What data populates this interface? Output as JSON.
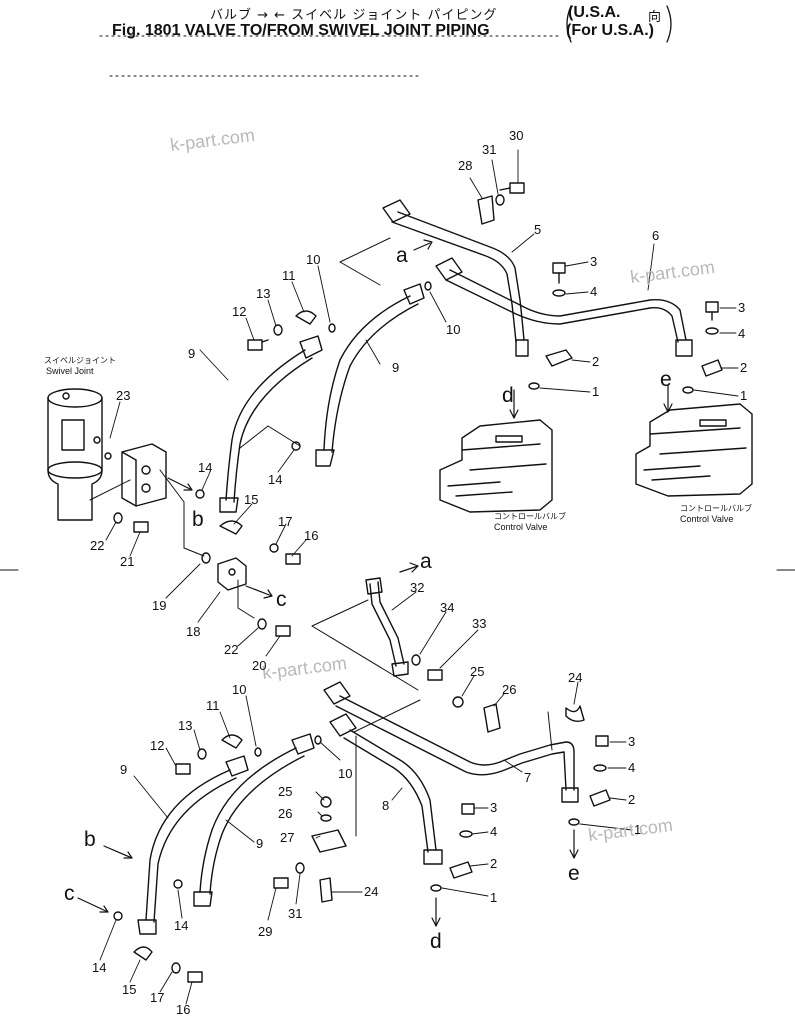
{
  "header": {
    "jp_title": "バルブ → ← スイベル ジョイント パイピング",
    "jp_usa": "向",
    "title": "Fig. 1801 VALVE TO/FROM SWIVEL JOINT PIPING",
    "usa_line1": "(U.S.A.",
    "usa_line2": "(For U.S.A.)"
  },
  "watermarks": [
    "k-part.com",
    "k-part.com",
    "k-part.com",
    "k-part.com"
  ],
  "captions": {
    "swivel_jp": "スイベルジョイント",
    "swivel_en": "Swivel Joint",
    "cv1_jp": "コントロールバルブ",
    "cv1_en": "Control Valve",
    "cv2_jp": "コントロールバルブ",
    "cv2_en": "Control Valve"
  },
  "callouts": [
    {
      "id": "c30",
      "text": "30"
    },
    {
      "id": "c31",
      "text": "31"
    },
    {
      "id": "c28",
      "text": "28"
    },
    {
      "id": "c5",
      "text": "5"
    },
    {
      "id": "c6",
      "text": "6"
    },
    {
      "id": "c3a",
      "text": "3"
    },
    {
      "id": "c4a",
      "text": "4"
    },
    {
      "id": "c3b",
      "text": "3"
    },
    {
      "id": "c4b",
      "text": "4"
    },
    {
      "id": "c2a",
      "text": "2"
    },
    {
      "id": "c2b",
      "text": "2"
    },
    {
      "id": "c1a",
      "text": "1"
    },
    {
      "id": "c1b",
      "text": "1"
    },
    {
      "id": "c10a",
      "text": "10"
    },
    {
      "id": "c11a",
      "text": "11"
    },
    {
      "id": "c13a",
      "text": "13"
    },
    {
      "id": "c12a",
      "text": "12"
    },
    {
      "id": "c10b",
      "text": "10"
    },
    {
      "id": "c9a",
      "text": "9"
    },
    {
      "id": "c9b",
      "text": "9"
    },
    {
      "id": "c23",
      "text": "23"
    },
    {
      "id": "c14a",
      "text": "14"
    },
    {
      "id": "c14b",
      "text": "14"
    },
    {
      "id": "c15a",
      "text": "15"
    },
    {
      "id": "c17a",
      "text": "17"
    },
    {
      "id": "c16a",
      "text": "16"
    },
    {
      "id": "c22a",
      "text": "22"
    },
    {
      "id": "c21",
      "text": "21"
    },
    {
      "id": "c19",
      "text": "19"
    },
    {
      "id": "c18",
      "text": "18"
    },
    {
      "id": "c22b",
      "text": "22"
    },
    {
      "id": "c20",
      "text": "20"
    },
    {
      "id": "c32",
      "text": "32"
    },
    {
      "id": "c34",
      "text": "34"
    },
    {
      "id": "c33",
      "text": "33"
    },
    {
      "id": "c25a",
      "text": "25"
    },
    {
      "id": "c26a",
      "text": "26"
    },
    {
      "id": "c24a",
      "text": "24"
    },
    {
      "id": "c3c",
      "text": "3"
    },
    {
      "id": "c4c",
      "text": "4"
    },
    {
      "id": "c2c",
      "text": "2"
    },
    {
      "id": "c1c",
      "text": "1"
    },
    {
      "id": "c7",
      "text": "7"
    },
    {
      "id": "c10c",
      "text": "10"
    },
    {
      "id": "c11b",
      "text": "11"
    },
    {
      "id": "c13b",
      "text": "13"
    },
    {
      "id": "c12b",
      "text": "12"
    },
    {
      "id": "c10d",
      "text": "10"
    },
    {
      "id": "c9c",
      "text": "9"
    },
    {
      "id": "c9d",
      "text": "9"
    },
    {
      "id": "c25b",
      "text": "25"
    },
    {
      "id": "c26b",
      "text": "26"
    },
    {
      "id": "c27",
      "text": "27"
    },
    {
      "id": "c8",
      "text": "8"
    },
    {
      "id": "c3d",
      "text": "3"
    },
    {
      "id": "c4d",
      "text": "4"
    },
    {
      "id": "c2d",
      "text": "2"
    },
    {
      "id": "c1d",
      "text": "1"
    },
    {
      "id": "c24b",
      "text": "24"
    },
    {
      "id": "c31b",
      "text": "31"
    },
    {
      "id": "c29",
      "text": "29"
    },
    {
      "id": "c14c",
      "text": "14"
    },
    {
      "id": "c14d",
      "text": "14"
    },
    {
      "id": "c15b",
      "text": "15"
    },
    {
      "id": "c17b",
      "text": "17"
    },
    {
      "id": "c16b",
      "text": "16"
    }
  ],
  "letters": [
    {
      "id": "La1",
      "text": "a"
    },
    {
      "id": "Ld1",
      "text": "d"
    },
    {
      "id": "Le1",
      "text": "e"
    },
    {
      "id": "Lb1",
      "text": "b"
    },
    {
      "id": "Lc1",
      "text": "c"
    },
    {
      "id": "La2",
      "text": "a"
    },
    {
      "id": "Lb2",
      "text": "b"
    },
    {
      "id": "Lc2",
      "text": "c"
    },
    {
      "id": "Le2",
      "text": "e"
    },
    {
      "id": "Ld2",
      "text": "d"
    }
  ]
}
